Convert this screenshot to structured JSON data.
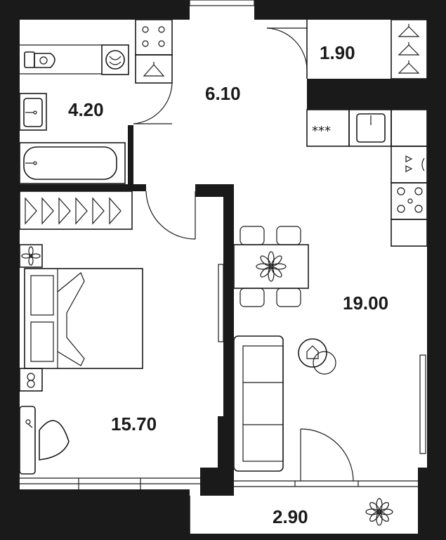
{
  "rooms": [
    {
      "id": "bathroom",
      "area": "4.20"
    },
    {
      "id": "hallway",
      "area": "6.10"
    },
    {
      "id": "wardrobe",
      "area": "1.90"
    },
    {
      "id": "kitchen-living",
      "area": "19.00"
    },
    {
      "id": "bedroom",
      "area": "15.70"
    },
    {
      "id": "balcony",
      "area": "2.90"
    }
  ],
  "colors": {
    "wall": "#1a1a1a",
    "background": "#ffffff"
  },
  "icons": [
    "toilet-icon",
    "washing-machine-icon",
    "sink-icon",
    "bathtub-icon",
    "stove-icon",
    "hanger-icon",
    "flower-icon",
    "bed-icon",
    "sofa-icon",
    "dining-table-icon",
    "chair-icon",
    "armchair-icon",
    "plant-icon"
  ]
}
